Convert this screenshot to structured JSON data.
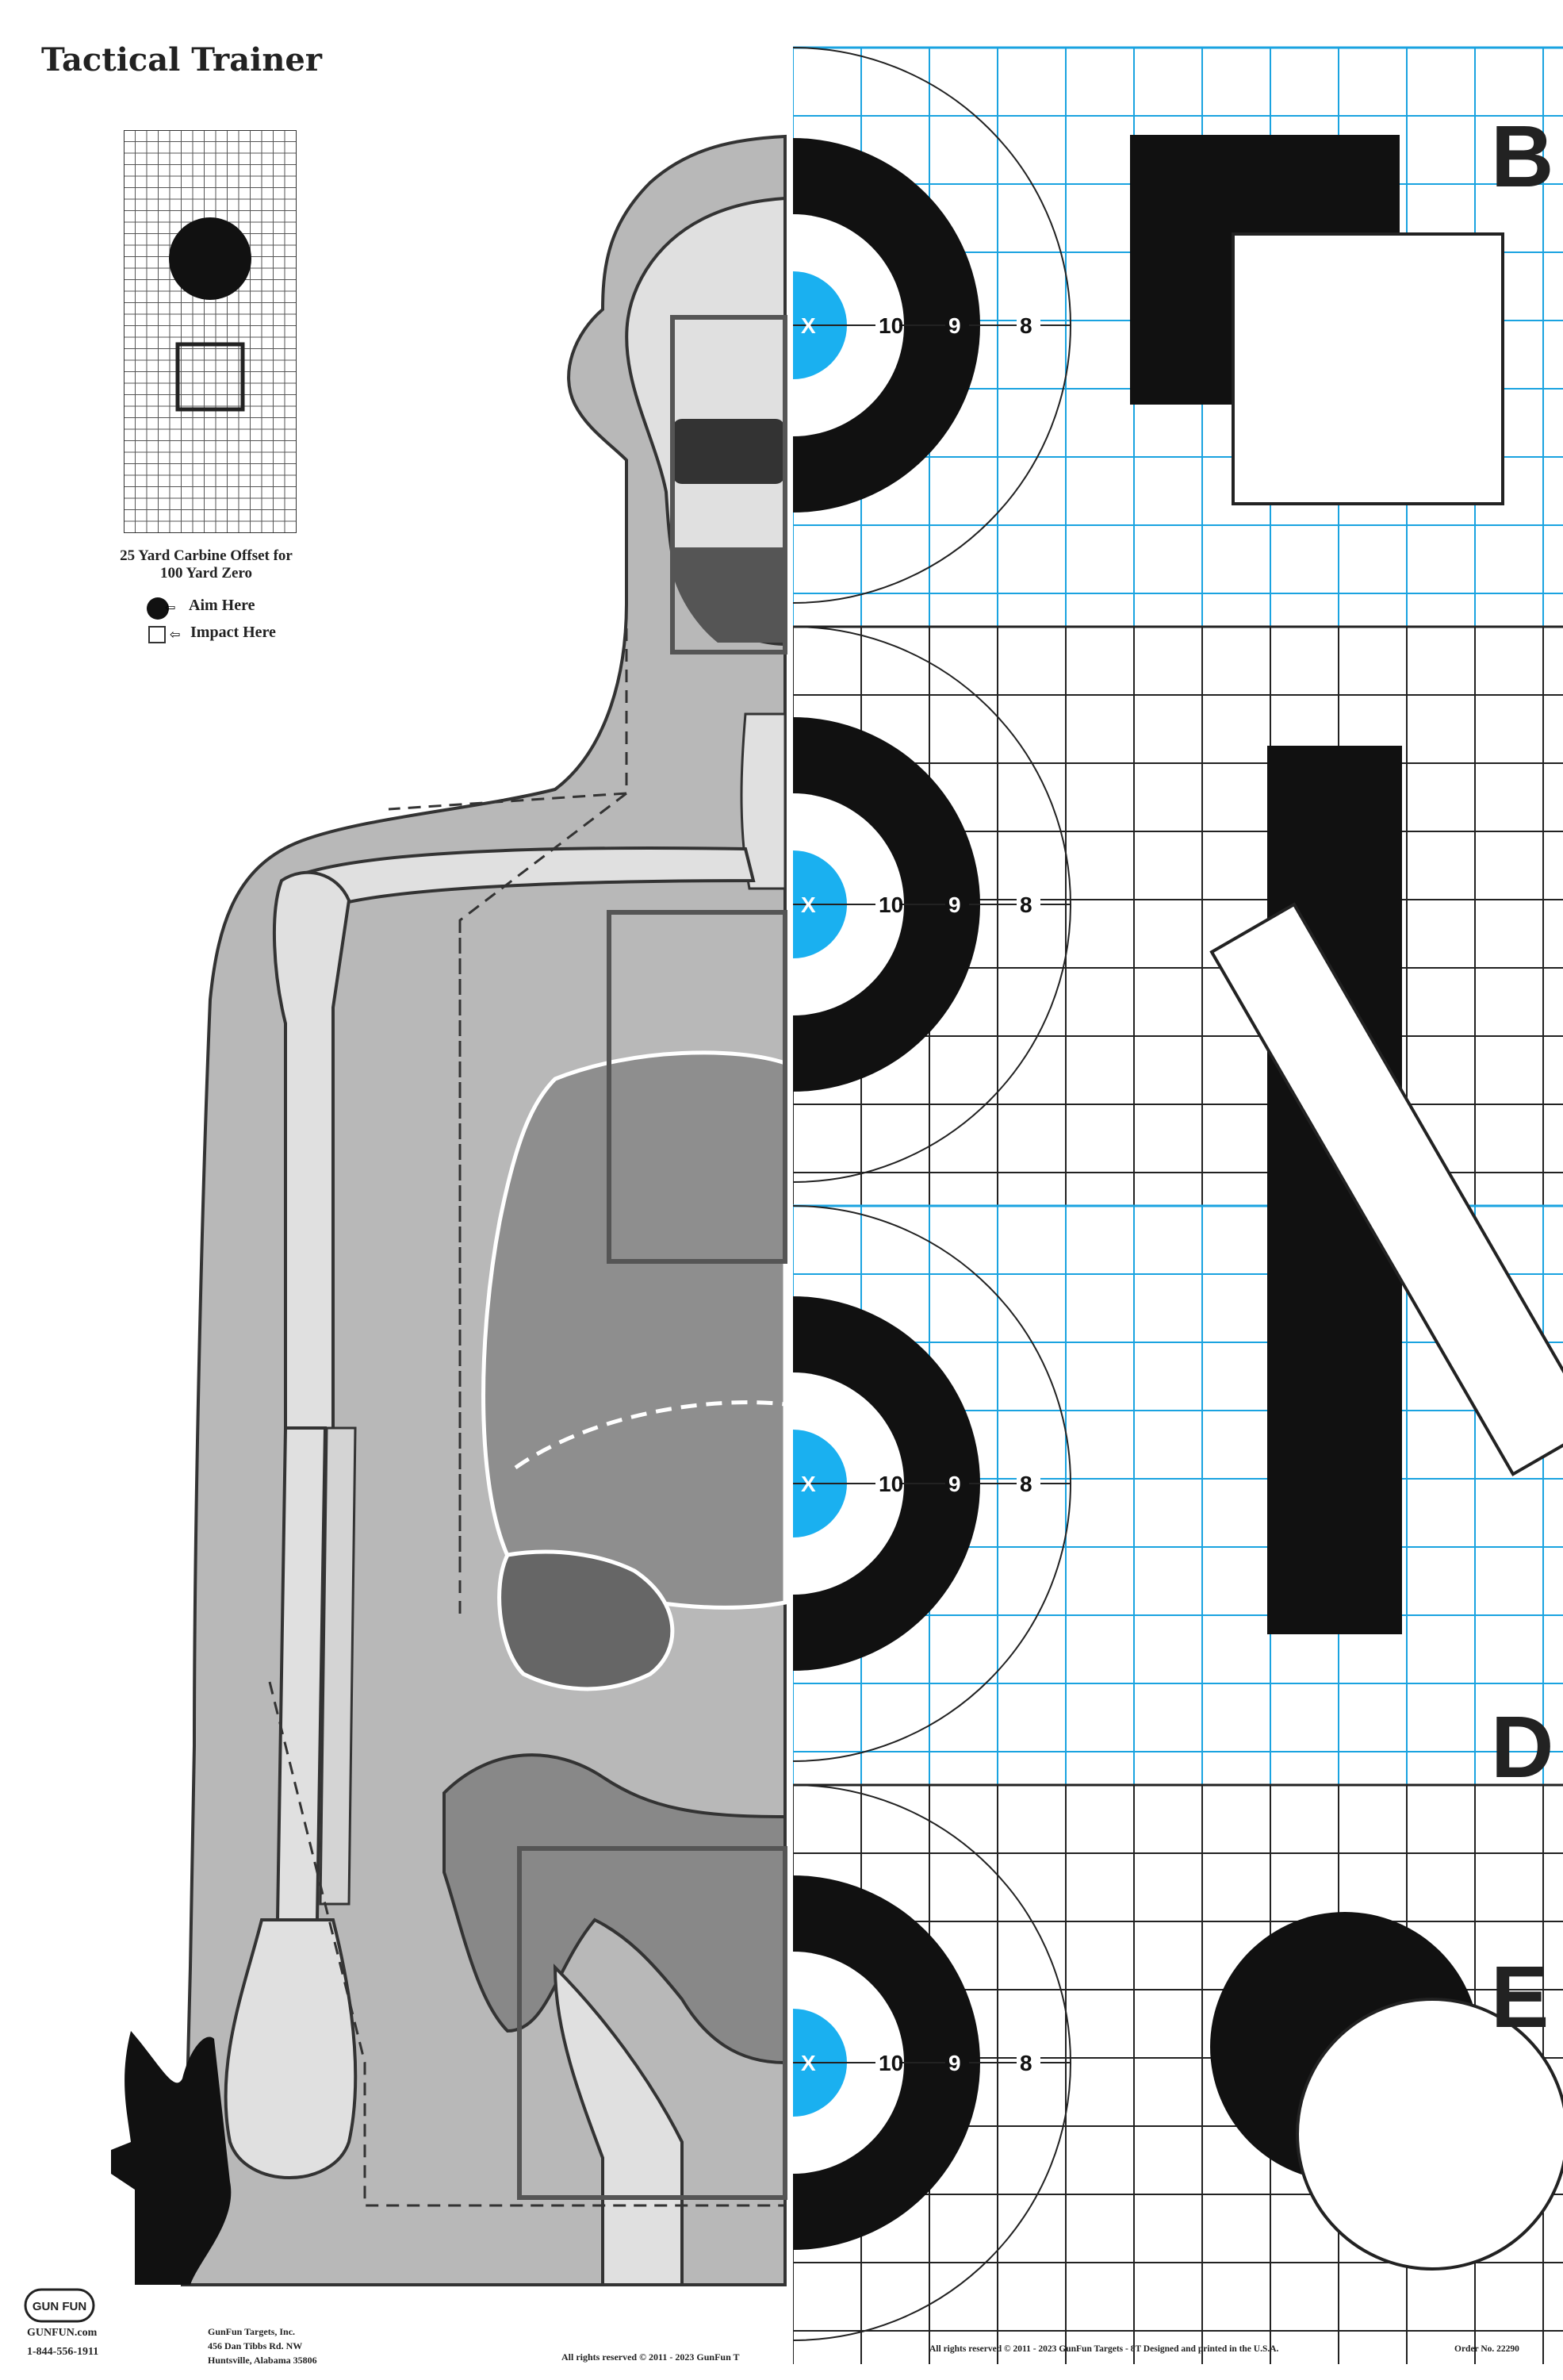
{
  "title": "Tactical Trainer",
  "offset_legend": {
    "caption": "25 Yard Carbine Offset for 100 Yard Zero",
    "aim_label": "Aim Here",
    "impact_label": "Impact Here"
  },
  "bullseye": {
    "ring_labels": [
      "X",
      "10",
      "9",
      "8"
    ]
  },
  "panels": [
    {
      "grid_color": "#1aa3e0",
      "letter": "B",
      "shape": "squares"
    },
    {
      "grid_color": "#222222",
      "letter": "",
      "shape": "bars"
    },
    {
      "grid_color": "#1aa3e0",
      "letter": "D",
      "shape": "bars"
    },
    {
      "grid_color": "#222222",
      "letter": "E",
      "shape": "circles"
    }
  ],
  "colors": {
    "accent": "#1ab0f0",
    "grid_blue": "#1aa3e0",
    "silhouette": "#b8b8b8"
  },
  "footer": {
    "logo_text": "GUN FUN",
    "website": "GUNFUN.com",
    "phone": "1-844-556-1911",
    "company": "GunFun Targets, Inc.",
    "street": "456 Dan Tibbs Rd. NW",
    "city": "Huntsville, Alabama 35806",
    "rights_left": "All rights reserved © 2011 - 2023 GunFun T",
    "rights_right": "All rights reserved © 2011 - 2023  GunFun Targets  -  8T     Designed and printed in the U.S.A.",
    "order_no": "Order No. 22290"
  }
}
